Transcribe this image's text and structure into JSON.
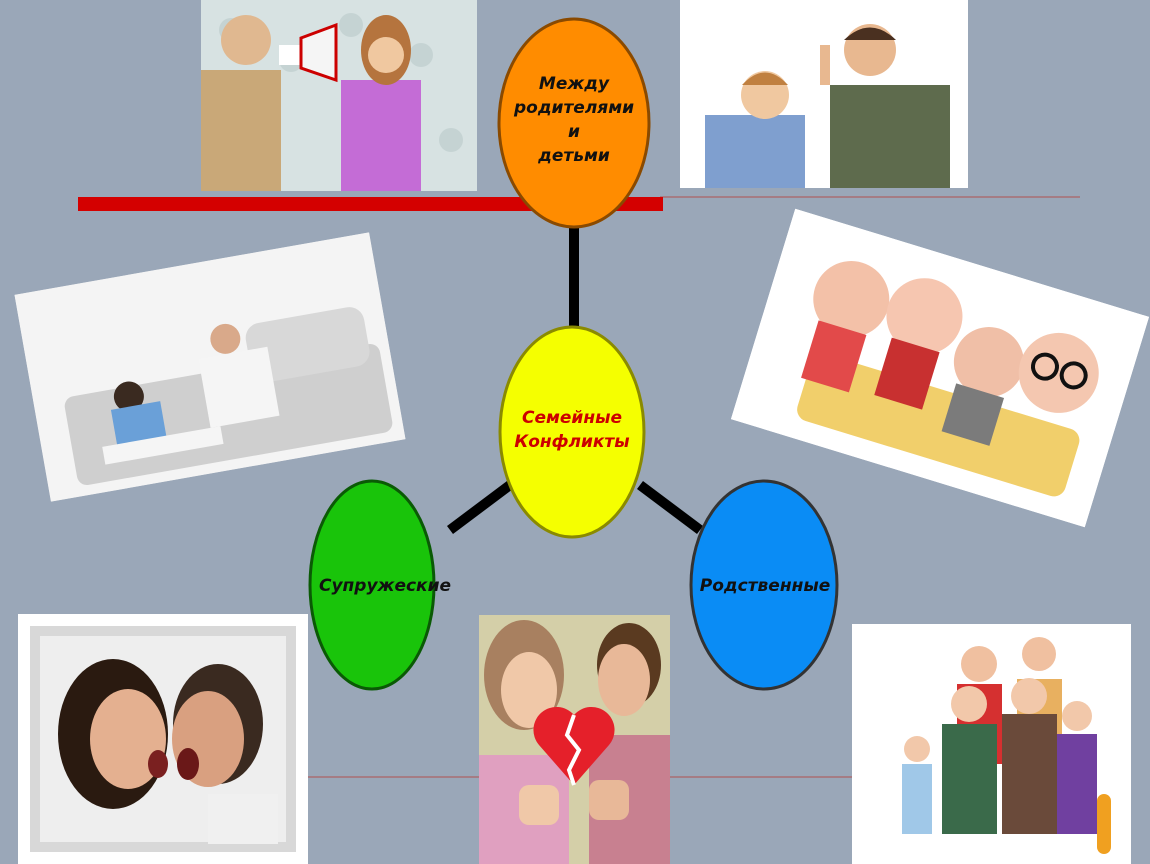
{
  "diagram": {
    "center": {
      "label": "Семейные Конфликты",
      "line1": "Семейные",
      "line2": "Конфликты",
      "fill": "#f5ff00",
      "text_color": "#cc0000"
    },
    "nodes": [
      {
        "id": "parents",
        "line1": "Между",
        "line2": "родителями",
        "line3": "и",
        "line4": "детьми",
        "fill": "#ff8c00",
        "text_color": "#111111"
      },
      {
        "id": "marital",
        "label": "Супружеские",
        "fill": "#19c40a",
        "text_color": "#111111"
      },
      {
        "id": "relatives",
        "label": "Родственные",
        "fill": "#0a8cf5",
        "text_color": "#111111"
      }
    ],
    "accent_bar_color": "#d40000",
    "connector_color": "#000000"
  },
  "photos": [
    {
      "name": "photo-father-megaphone-daughter",
      "icon": "megaphone-icon"
    },
    {
      "name": "photo-father-scolding-son",
      "icon": "scolding-icon"
    },
    {
      "name": "photo-couple-on-sofa-ignoring",
      "icon": "couple-icon"
    },
    {
      "name": "photo-doll-family-on-couch",
      "icon": "dolls-icon"
    },
    {
      "name": "photo-couple-shouting",
      "icon": "shouting-icon"
    },
    {
      "name": "photo-broken-heart-couple",
      "icon": "broken-heart-icon"
    },
    {
      "name": "photo-cartoon-extended-family",
      "icon": "family-icon"
    }
  ]
}
